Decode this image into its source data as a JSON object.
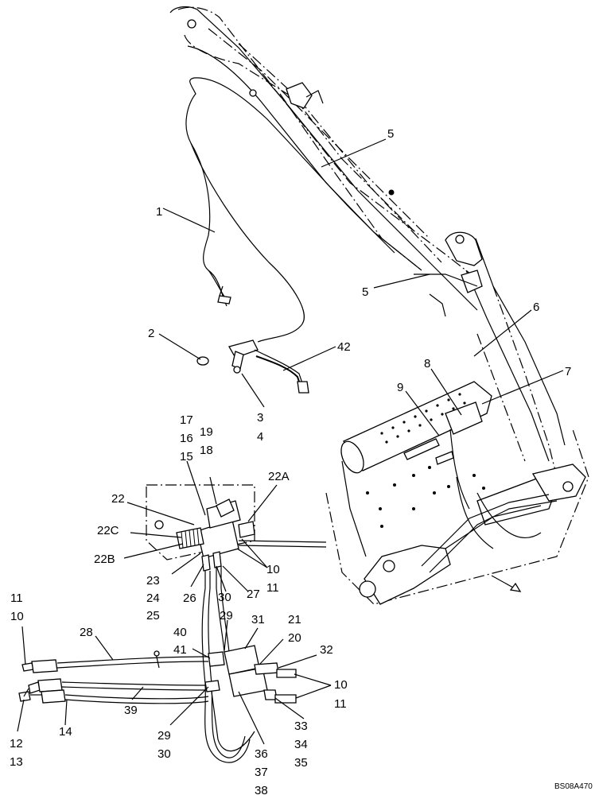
{
  "reference_code": "BS08A470",
  "callouts": [
    {
      "id": "c1",
      "text": "1"
    },
    {
      "id": "c2",
      "text": "2"
    },
    {
      "id": "c3",
      "text": "3"
    },
    {
      "id": "c4",
      "text": "4"
    },
    {
      "id": "c5a",
      "text": "5"
    },
    {
      "id": "c5b",
      "text": "5"
    },
    {
      "id": "c6",
      "text": "6"
    },
    {
      "id": "c7",
      "text": "7"
    },
    {
      "id": "c8",
      "text": "8"
    },
    {
      "id": "c9",
      "text": "9"
    },
    {
      "id": "c42",
      "text": "42"
    },
    {
      "id": "c17",
      "text": "17"
    },
    {
      "id": "c16",
      "text": "16"
    },
    {
      "id": "c15",
      "text": "15"
    },
    {
      "id": "c19",
      "text": "19"
    },
    {
      "id": "c18",
      "text": "18"
    },
    {
      "id": "c22A",
      "text": "22A"
    },
    {
      "id": "c22",
      "text": "22"
    },
    {
      "id": "c22C",
      "text": "22C"
    },
    {
      "id": "c22B",
      "text": "22B"
    },
    {
      "id": "c23",
      "text": "23"
    },
    {
      "id": "c24",
      "text": "24"
    },
    {
      "id": "c25",
      "text": "25"
    },
    {
      "id": "c26",
      "text": "26"
    },
    {
      "id": "c30a",
      "text": "30"
    },
    {
      "id": "c27",
      "text": "27"
    },
    {
      "id": "c10a",
      "text": "10"
    },
    {
      "id": "c11a",
      "text": "11"
    },
    {
      "id": "c11b",
      "text": "11"
    },
    {
      "id": "c10b",
      "text": "10"
    },
    {
      "id": "c28",
      "text": "28"
    },
    {
      "id": "c40",
      "text": "40"
    },
    {
      "id": "c41",
      "text": "41"
    },
    {
      "id": "c29a",
      "text": "29"
    },
    {
      "id": "c31",
      "text": "31"
    },
    {
      "id": "c21",
      "text": "21"
    },
    {
      "id": "c20",
      "text": "20"
    },
    {
      "id": "c32",
      "text": "32"
    },
    {
      "id": "c10c",
      "text": "10"
    },
    {
      "id": "c11c",
      "text": "11"
    },
    {
      "id": "c39",
      "text": "39"
    },
    {
      "id": "c14",
      "text": "14"
    },
    {
      "id": "c12",
      "text": "12"
    },
    {
      "id": "c13",
      "text": "13"
    },
    {
      "id": "c29b",
      "text": "29"
    },
    {
      "id": "c30b",
      "text": "30"
    },
    {
      "id": "c36",
      "text": "36"
    },
    {
      "id": "c37",
      "text": "37"
    },
    {
      "id": "c38",
      "text": "38"
    },
    {
      "id": "c33",
      "text": "33"
    },
    {
      "id": "c34",
      "text": "34"
    },
    {
      "id": "c35",
      "text": "35"
    }
  ]
}
